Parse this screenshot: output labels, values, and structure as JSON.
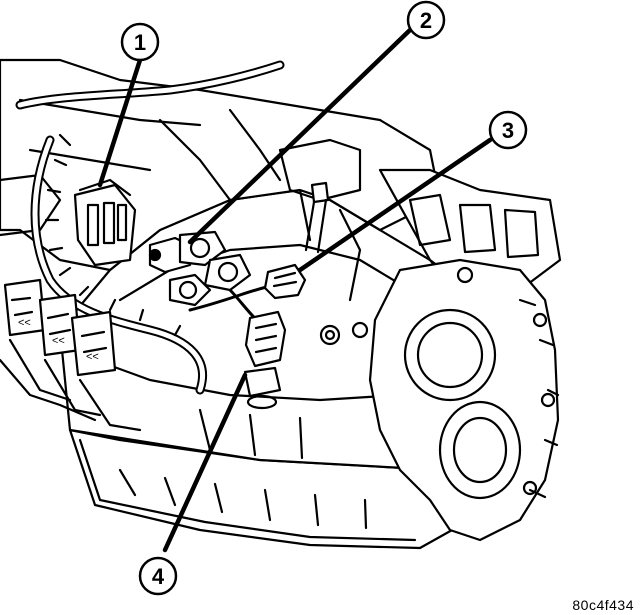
{
  "figure": {
    "id_label": "80c4f434"
  },
  "callouts": [
    {
      "number": "1"
    },
    {
      "number": "2"
    },
    {
      "number": "3"
    },
    {
      "number": "4"
    }
  ]
}
